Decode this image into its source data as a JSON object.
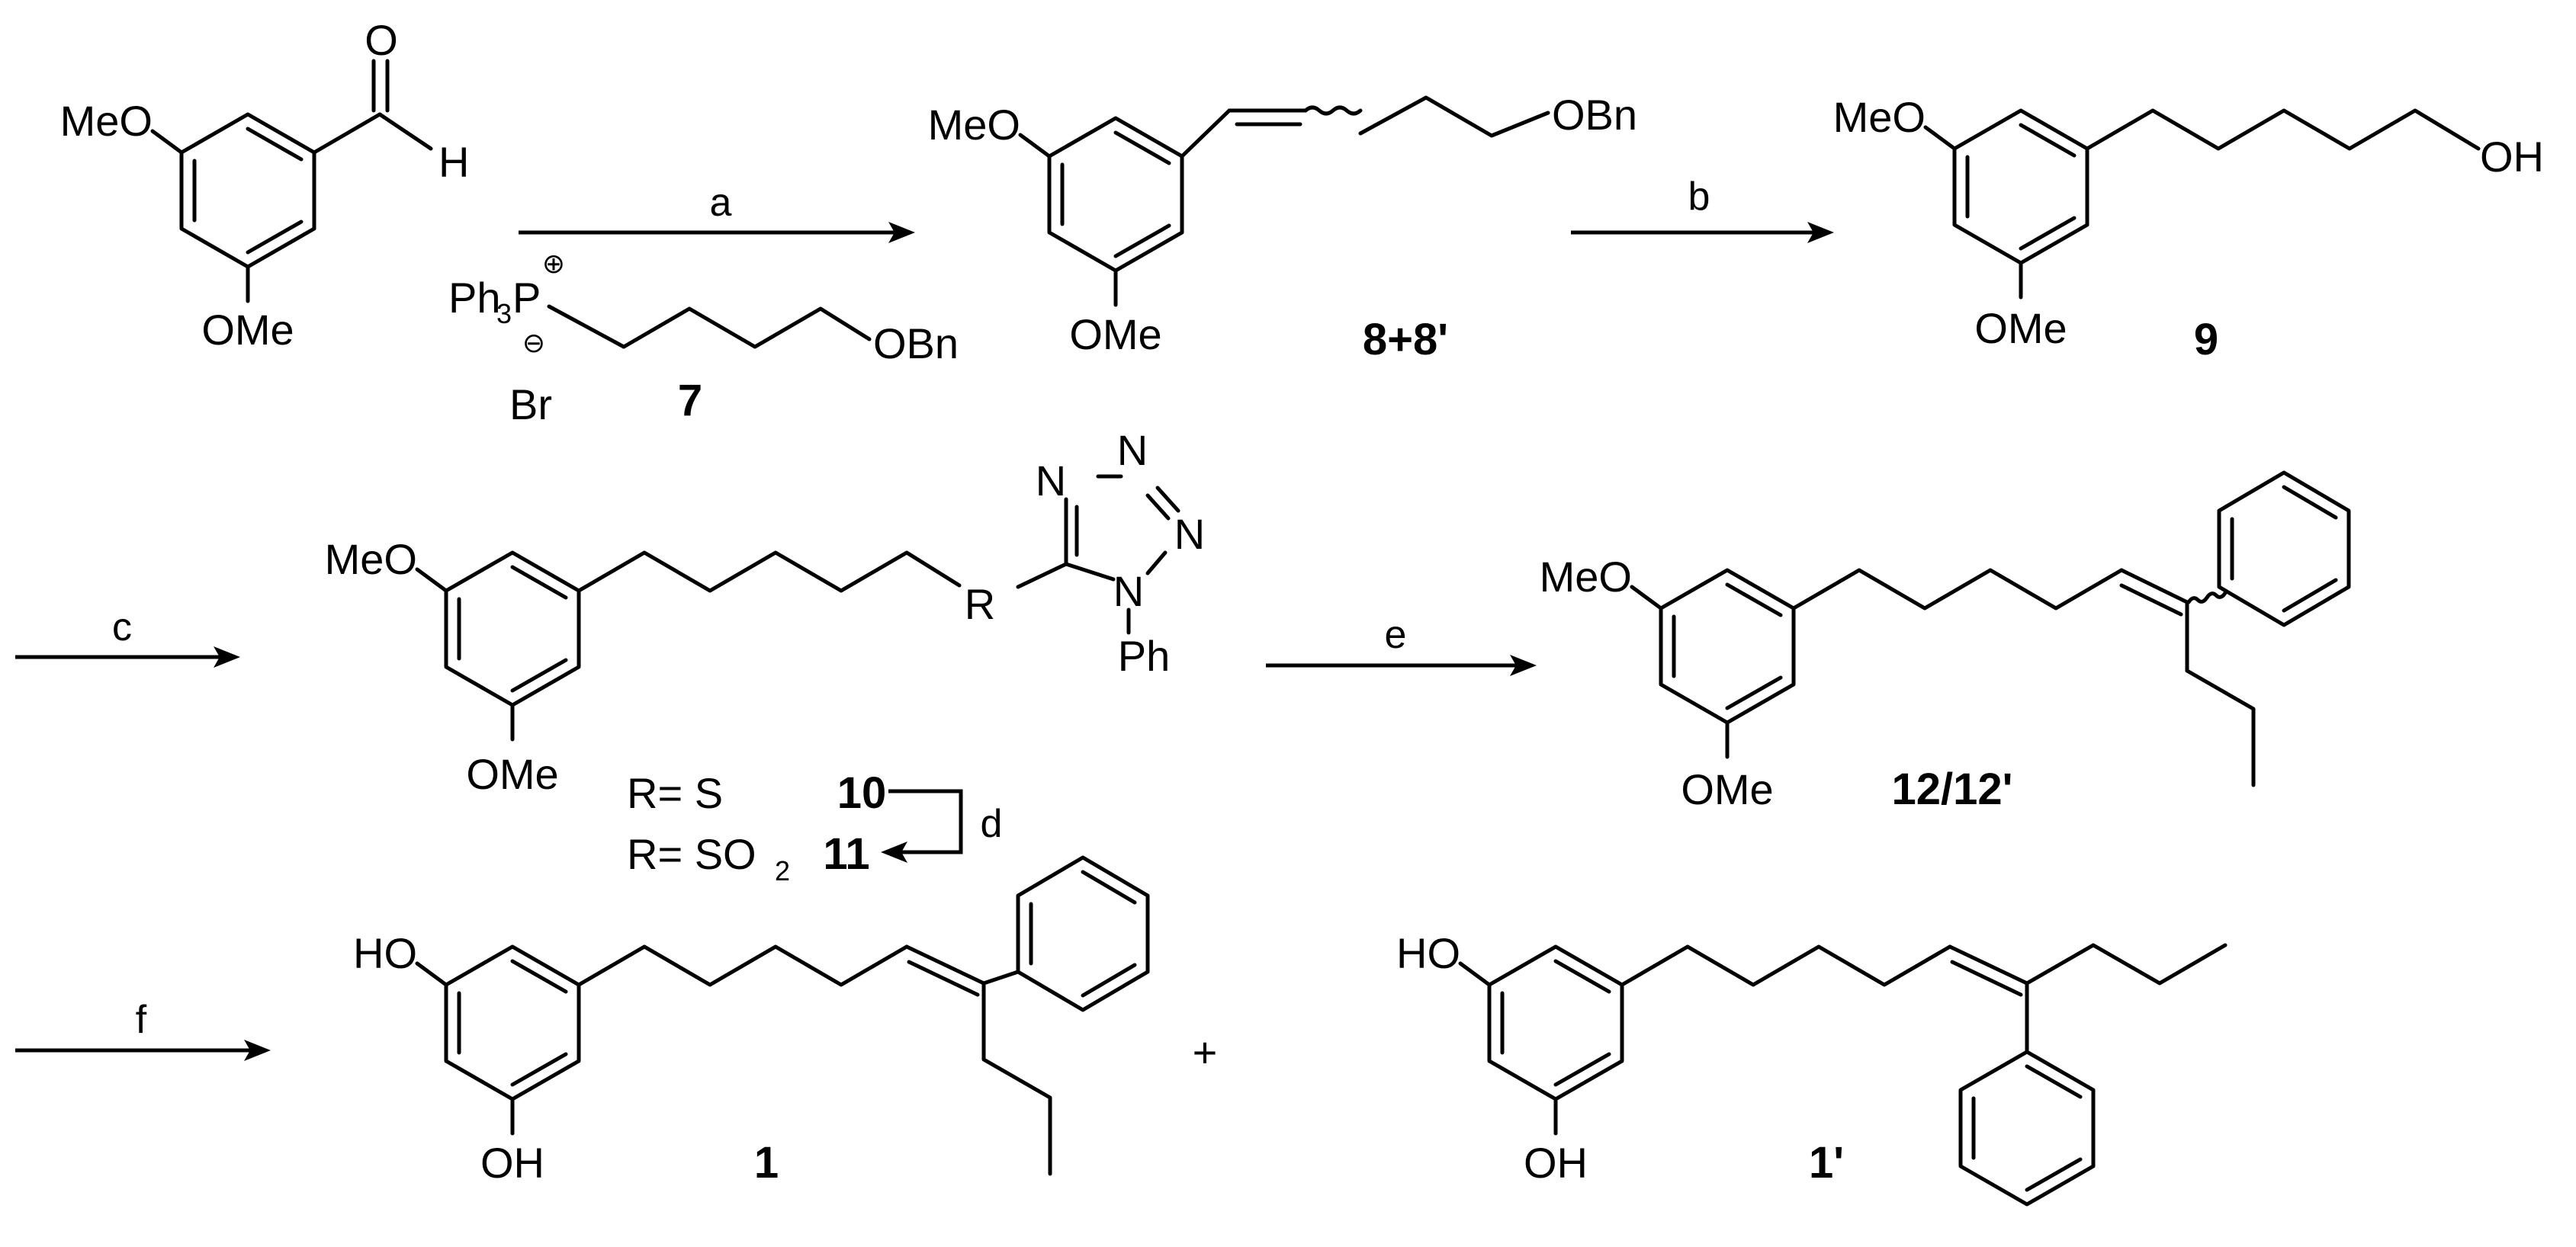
{
  "scheme": {
    "labels": {
      "meo": "MeO",
      "ome": "OMe",
      "ho": "HO",
      "oh": "OH",
      "h": "H",
      "o": "O",
      "obn": "OBn",
      "ph3p_ph": "Ph",
      "ph3p_sub": "3",
      "ph3p_p": "P",
      "plus_charge": "⊕",
      "minus_charge": "⊖",
      "br": "Br",
      "n": "N",
      "r": "R",
      "ph": "Ph",
      "r_eq_s": "R= S",
      "r_eq_so2": "R= SO",
      "so2_sub": "2",
      "plus": "+"
    },
    "compounds": {
      "c7": "7",
      "c8": "8+8'",
      "c9": "9",
      "c10": "10",
      "c11": "11",
      "c12": "12/12'",
      "c1": "1",
      "c1p": "1'"
    },
    "reagents": {
      "a": "a",
      "b": "b",
      "c": "c",
      "d": "d",
      "e": "e",
      "f": "f"
    }
  }
}
